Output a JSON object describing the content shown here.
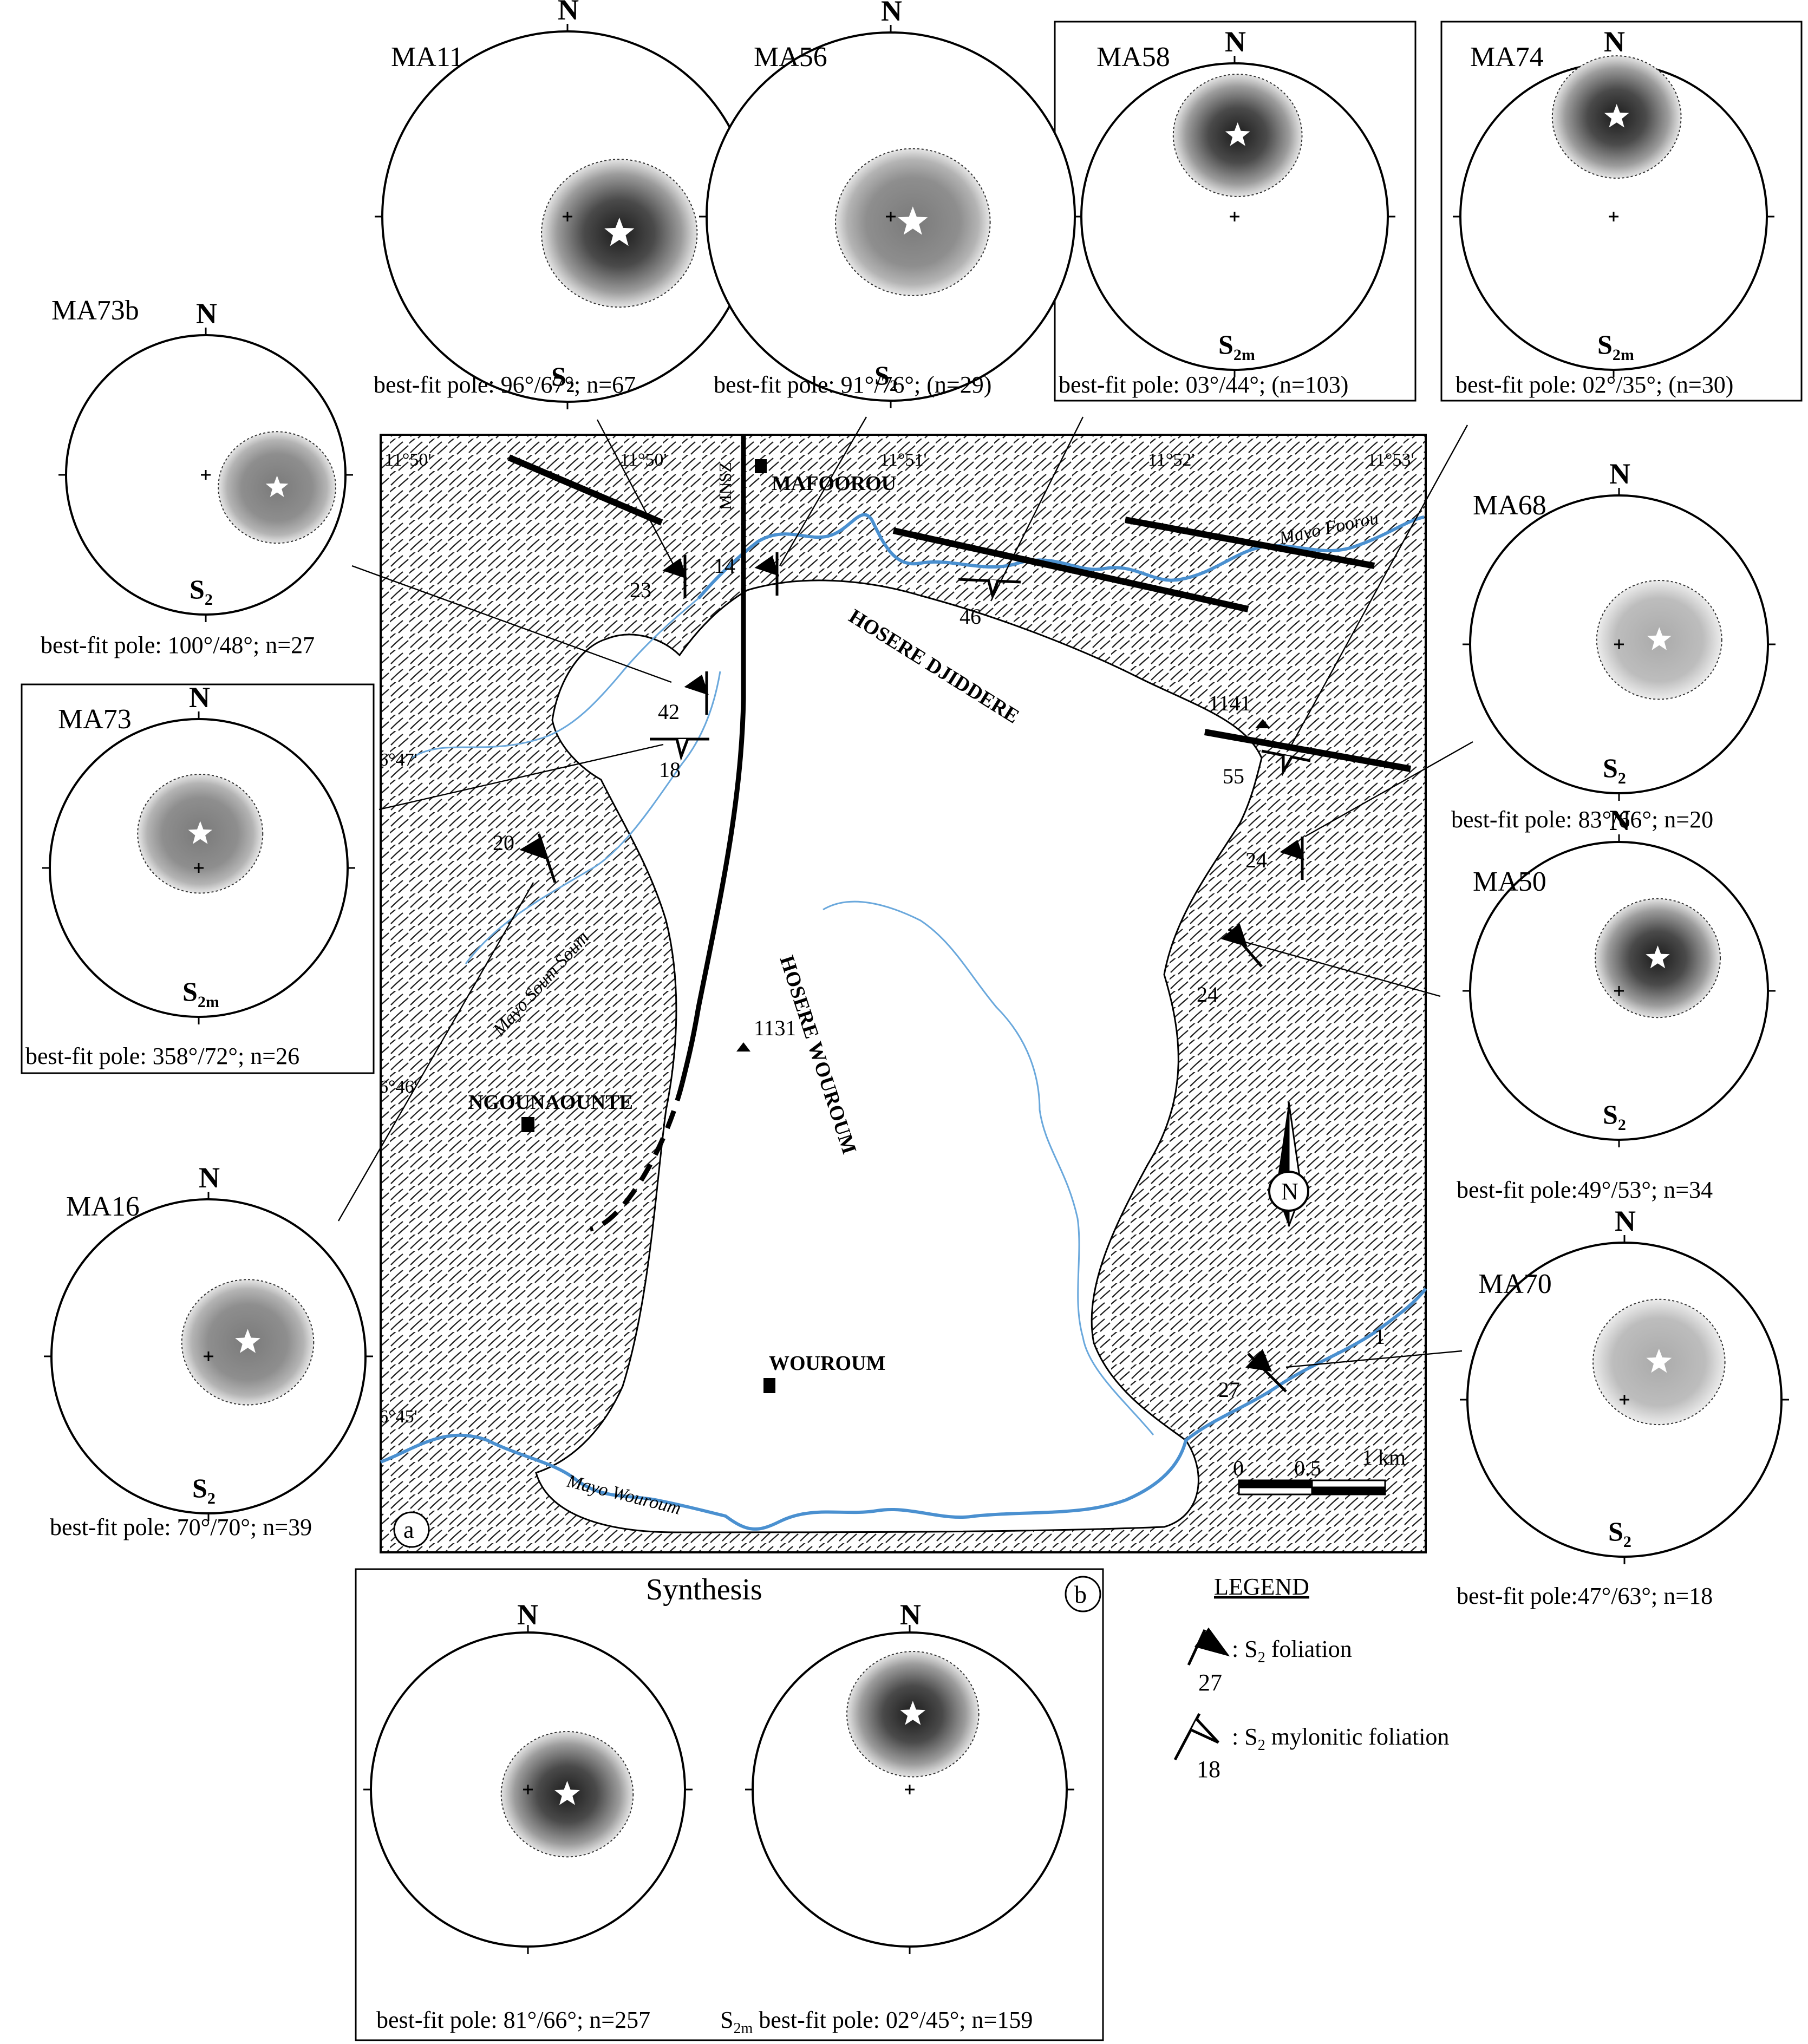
{
  "colors": {
    "river": "#4a90d0",
    "stream": "#6aa8dc",
    "fault": "#000000",
    "contour_dark": "#3d3d3d",
    "contour_mid": "#7e7e7e",
    "contour_light": "#c4c4c4",
    "hatch": "#222222"
  },
  "stereonets": [
    {
      "id": "MA11",
      "name": "MA11",
      "north": "N",
      "foliation": "S",
      "sub": "2",
      "caption": "best-fit pole: 96°/67°; n=67",
      "boxed": false,
      "star": [
        0.28,
        0.09
      ],
      "shade": "dark"
    },
    {
      "id": "MA56",
      "name": "MA56",
      "north": "N",
      "foliation": "S",
      "sub": "2",
      "caption": "best-fit pole: 91°/76°; (n=29)",
      "boxed": false,
      "star": [
        0.12,
        0.03
      ],
      "shade": "mid"
    },
    {
      "id": "MA58",
      "name": "MA58",
      "north": "N",
      "foliation": "S",
      "sub": "2m",
      "caption": "best-fit pole: 03°/44°; (n=103)",
      "boxed": true,
      "star": [
        0.02,
        -0.53
      ],
      "shade": "dark"
    },
    {
      "id": "MA74",
      "name": "MA74",
      "north": "N",
      "foliation": "S",
      "sub": "2m",
      "caption": "best-fit pole: 02°/35°; (n=30)",
      "boxed": true,
      "star": [
        0.02,
        -0.65
      ],
      "shade": "dark"
    },
    {
      "id": "MA73b",
      "name": "MA73b",
      "north": "N",
      "foliation": "S",
      "sub": "2",
      "caption": "best-fit pole: 100°/48°; n=27",
      "boxed": false,
      "star": [
        0.51,
        0.09
      ],
      "shade": "mid"
    },
    {
      "id": "MA73",
      "name": "MA73",
      "north": "N",
      "foliation": "S",
      "sub": "2m",
      "caption": "best-fit pole: 358°/72°; n=26",
      "boxed": true,
      "star": [
        0.01,
        -0.23
      ],
      "shade": "mid"
    },
    {
      "id": "MA68",
      "name": "MA68",
      "north": "N",
      "foliation": "S",
      "sub": "2",
      "caption": "best-fit pole: 83°/66°; n=20",
      "boxed": false,
      "star": [
        0.27,
        -0.03
      ],
      "shade": "light"
    },
    {
      "id": "MA50",
      "name": "MA50",
      "north": "N",
      "foliation": "S",
      "sub": "2",
      "caption": "best-fit pole:49°/53°; n=34",
      "boxed": false,
      "star": [
        0.26,
        -0.22
      ],
      "shade": "dark"
    },
    {
      "id": "MA16",
      "name": "MA16",
      "north": "N",
      "foliation": "S",
      "sub": "2",
      "caption": "best-fit pole: 70°/70°; n=39",
      "boxed": false,
      "star": [
        0.25,
        -0.09
      ],
      "shade": "mid"
    },
    {
      "id": "MA70",
      "name": "MA70",
      "north": "N",
      "foliation": "S",
      "sub": "2",
      "caption": "best-fit pole:47°/63°; n=18",
      "boxed": false,
      "star": [
        0.22,
        -0.24
      ],
      "shade": "light"
    }
  ],
  "synthesis": {
    "title": "Synthesis",
    "panel_label": "b",
    "left": {
      "north": "N",
      "caption": "best-fit pole: 81°/66°; n=257",
      "star": [
        0.25,
        0.03
      ]
    },
    "right": {
      "north": "N",
      "prefix": "S",
      "prefix_sub": "2m",
      "caption": " best-fit pole: 02°/45°; n=159",
      "star": [
        0.02,
        -0.48
      ]
    }
  },
  "map": {
    "panel_label": "a",
    "lon_ticks": [
      "11°50'",
      "11°50'",
      "11°51'",
      "11°52'",
      "11°53'"
    ],
    "lat_ticks": [
      "6°47'",
      "6°46'",
      "6°45'"
    ],
    "fault_label": "MNSZ",
    "places": [
      "MAFOOROU",
      "NGOUNAOUNTE",
      "WOUROUM"
    ],
    "massifs": [
      "HOSERE DJIDDERE",
      "HOSERE WOUROUM"
    ],
    "rivers": [
      "Mayo Foorou",
      "Mayo Soum Soum",
      "Mayo Wouroum"
    ],
    "peaks": [
      "1141",
      "1131"
    ],
    "dips": [
      "23",
      "14",
      "46",
      "42",
      "18",
      "55",
      "20",
      "24",
      "24",
      "27",
      "1"
    ],
    "north": "N",
    "scale": {
      "zero": "0",
      "half": "0.5",
      "full": "1 km"
    }
  },
  "legend": {
    "title": "LEGEND",
    "items": [
      {
        "symbol_value": "27",
        "text": ": S",
        "sub": "2",
        "tail": " foliation"
      },
      {
        "symbol_value": "18",
        "text": ": S",
        "sub": "2",
        "tail": " mylonitic foliation"
      }
    ]
  }
}
